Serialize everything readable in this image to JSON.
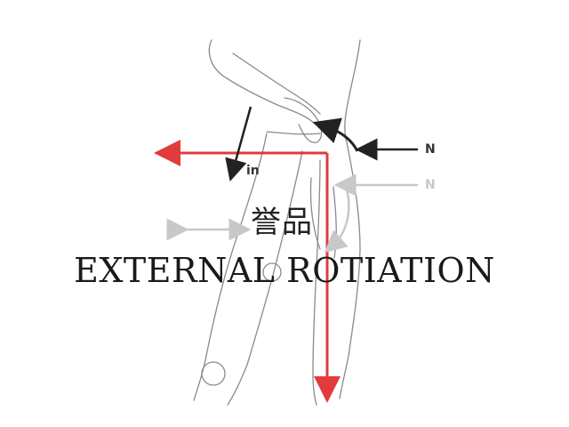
{
  "labels": {
    "in": "in",
    "force_n_upper": "N",
    "force_n_lower": "N",
    "watermark": "誉品"
  },
  "caption": "EXTERNAL ROTIATION",
  "colors": {
    "accent": "#e23b3b",
    "outline": "#7a7a7a",
    "dark_arrow": "#222222",
    "light_arrow": "#c8c8c8"
  }
}
